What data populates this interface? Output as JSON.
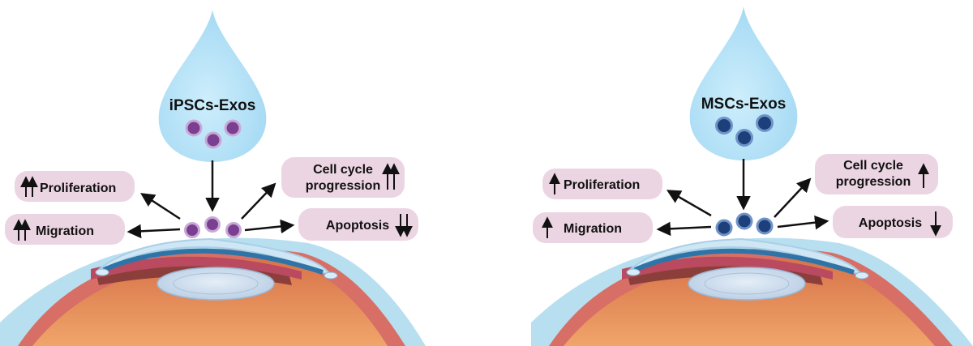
{
  "panels": [
    {
      "drop_label": "iPSCs-Exos",
      "particle_color": "#7a3f91",
      "proliferation": "Proliferation",
      "migration": "Migration",
      "cell_cycle_line1": "Cell cycle",
      "cell_cycle_line2": "progression",
      "apoptosis": "Apoptosis",
      "proliferation_arrow": "up-double-arrow-icon",
      "migration_arrow": "up-double-arrow-icon",
      "cell_cycle_arrow": "up-double-arrow-icon",
      "apoptosis_arrow": "down-double-arrow-icon"
    },
    {
      "drop_label": "MSCs-Exos",
      "particle_color": "#1d3f7a",
      "proliferation": "Proliferation",
      "migration": "Migration",
      "cell_cycle_line1": "Cell cycle",
      "cell_cycle_line2": "progression",
      "apoptosis": "Apoptosis",
      "proliferation_arrow": "up-arrow-icon",
      "migration_arrow": "up-arrow-icon",
      "cell_cycle_arrow": "up-arrow-icon",
      "apoptosis_arrow": "down-arrow-icon"
    }
  ],
  "colors": {
    "drop": "#a8dcf5",
    "label_box": "#ecd5e2",
    "cornea": "#cfe6f5",
    "sclera_outer": "#9fd0e8",
    "iris": "#b94a5f",
    "eye_interior": "#e9884f",
    "lens": "#c9dcee"
  }
}
